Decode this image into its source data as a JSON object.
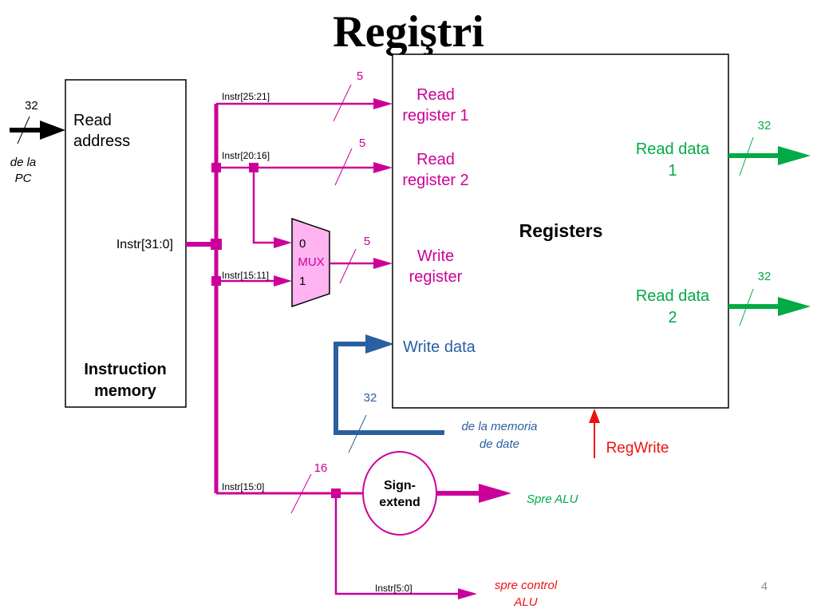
{
  "title": "Regiştri",
  "page_number": "4",
  "colors": {
    "magenta": "#cc0099",
    "green": "#00aa44",
    "blue": "#2a5fa0",
    "red": "#ee1111",
    "black": "#000000",
    "mux_fill": "#ffb3f0"
  },
  "instruction_memory": {
    "read_address_line1": "Read",
    "read_address_line2": "address",
    "output_label": "Instr[31:0]",
    "name_line1": "Instruction",
    "name_line2": "memory"
  },
  "pc_input": {
    "width": "32",
    "source_line1": "de la",
    "source_line2": "PC"
  },
  "registers": {
    "name": "Registers",
    "read_register_1_line1": "Read",
    "read_register_1_line2": "register 1",
    "read_register_2_line1": "Read",
    "read_register_2_line2": "register 2",
    "write_register_line1": "Write",
    "write_register_line2": "register",
    "write_data": "Write data",
    "read_data_1_line1": "Read data",
    "read_data_1_line2": "1",
    "read_data_2_line1": "Read data",
    "read_data_2_line2": "2",
    "reg_write": "RegWrite"
  },
  "buses": {
    "instr_25_21": "Instr[25:21]",
    "instr_20_16": "Instr[20:16]",
    "instr_15_11": "Instr[15:11]",
    "instr_15_0": "Instr[15:0]",
    "instr_5_0": "Instr[5:0]",
    "width_rr1": "5",
    "width_rr2": "5",
    "width_wr": "5",
    "width_rd1": "32",
    "width_rd2": "32",
    "width_wd": "32",
    "width_imm": "16"
  },
  "mux": {
    "input_0": "0",
    "name": "MUX",
    "input_1": "1"
  },
  "write_data_source_line1": "de la memoria",
  "write_data_source_line2": "de date",
  "sign_extend_line1": "Sign-",
  "sign_extend_line2": "extend",
  "to_alu": "Spre ALU",
  "alu_control_line1": "spre control",
  "alu_control_line2": "ALU"
}
